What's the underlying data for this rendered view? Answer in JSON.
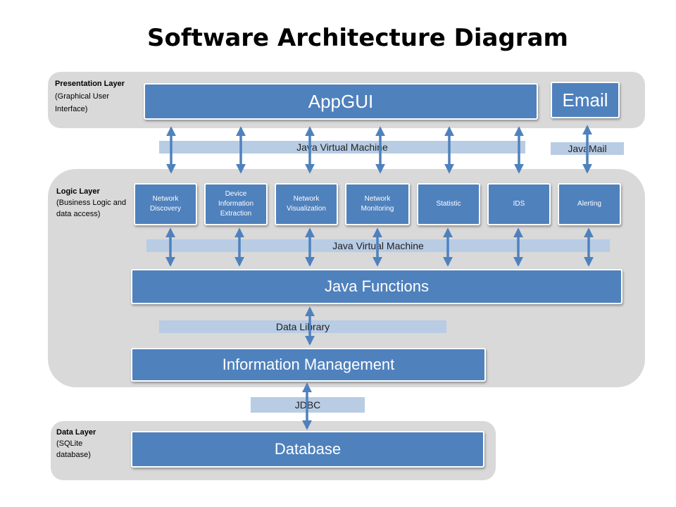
{
  "title": "Software Architecture Diagram",
  "layers": {
    "presentation": {
      "name": "Presentation Layer",
      "desc": "(Graphical User Interface)"
    },
    "logic": {
      "name": "Logic Layer",
      "desc": "(Business Logic and data access)"
    },
    "data": {
      "name": "Data Layer",
      "desc": "(SQLite database)"
    }
  },
  "presentation": {
    "appgui": "AppGUI",
    "email": "Email"
  },
  "connectors": {
    "jvm_top": "Java Virtual Machine",
    "javamail": "JavaMail",
    "jvm_middle": "Java Virtual Machine",
    "data_library": "Data Library",
    "jdbc": "JDBC"
  },
  "modules": [
    "Network Discovery",
    "Device Information Extraction",
    "Network Visualization",
    "Network Monitoring",
    "Statistic",
    "IDS",
    "Alerting"
  ],
  "logic": {
    "java_functions": "Java Functions",
    "info_mgmt": "Information Management"
  },
  "data": {
    "database": "Database"
  },
  "colors": {
    "box": "#4f81bd",
    "bar": "#b8cce4",
    "layer": "#d9d9d9",
    "arrow": "#4f81bd"
  }
}
